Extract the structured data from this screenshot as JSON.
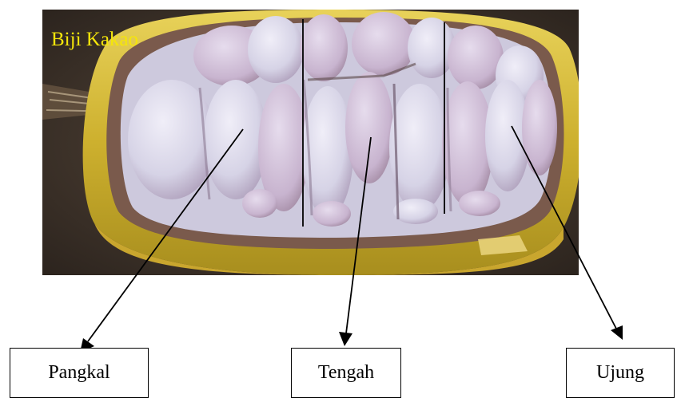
{
  "photo": {
    "title": "Biji Kakao",
    "title_color": "#f5e60a"
  },
  "labels": {
    "base": "Pangkal",
    "middle": "Tengah",
    "tip": "Ujung"
  },
  "colors": {
    "background": "#3a3028",
    "pod_rind": "#d9c23a",
    "bean_pulp": "#d8d6e8",
    "bean_shadow": "#9e8ea8",
    "lines": "#000000"
  }
}
